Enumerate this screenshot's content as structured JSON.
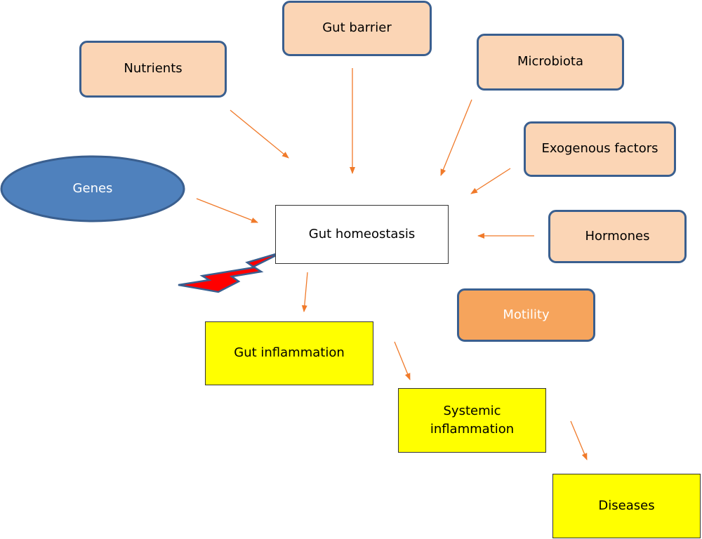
{
  "nodes": {
    "nutrients": "Nutrients",
    "gut_barrier": "Gut barrier",
    "microbiota": "Microbiota",
    "exogenous_factors": "Exogenous factors",
    "genes": "Genes",
    "gut_homeostasis": "Gut homeostasis",
    "hormones": "Hormones",
    "motility": "Motility",
    "gut_inflammation": "Gut inflammation",
    "systemic_inflammation": "Systemic inflammation",
    "diseases": "Diseases"
  },
  "colors": {
    "factor_fill": "#fbd5b5",
    "factor_border": "#3a5f8f",
    "genes_fill": "#4f81bd",
    "motility_fill": "#f6a45c",
    "outcome_fill": "#ffff00",
    "arrow": "#f07a2a",
    "disruption_bolt": "#ff0000"
  },
  "icons": {
    "disruption": "lightning-bolt-icon"
  }
}
